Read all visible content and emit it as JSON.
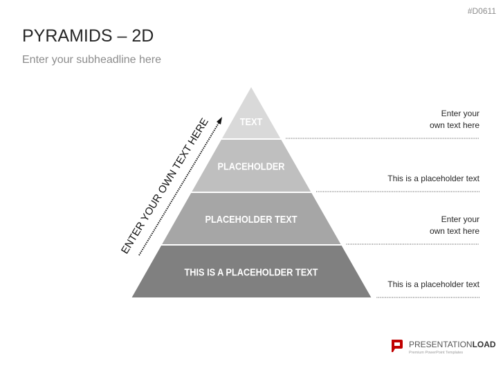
{
  "slide_code": "#D0611",
  "title": "PYRAMIDS – 2D",
  "subheadline": "Enter your subheadline here",
  "arrow_text": "ENTER YOUR OWN TEXT HERE",
  "pyramid_levels": [
    {
      "label": "TEXT",
      "color": "#d9d9d9",
      "description": "Enter your\nown text here"
    },
    {
      "label": "PLACEHOLDER",
      "color": "#bfbfbf",
      "description": "This is a placeholder text"
    },
    {
      "label": "PLACEHOLDER TEXT",
      "color": "#a6a6a6",
      "description": "Enter your\nown text here"
    },
    {
      "label": "THIS IS A PLACEHOLDER TEXT",
      "color": "#808080",
      "description": "This is a placeholder text"
    }
  ],
  "logo": {
    "brand": "PRESENTATIONLOAD",
    "tagline": "Premium PowerPoint Templates",
    "color": "#c00000"
  },
  "watermark": "PRESENTATIONLOAD"
}
